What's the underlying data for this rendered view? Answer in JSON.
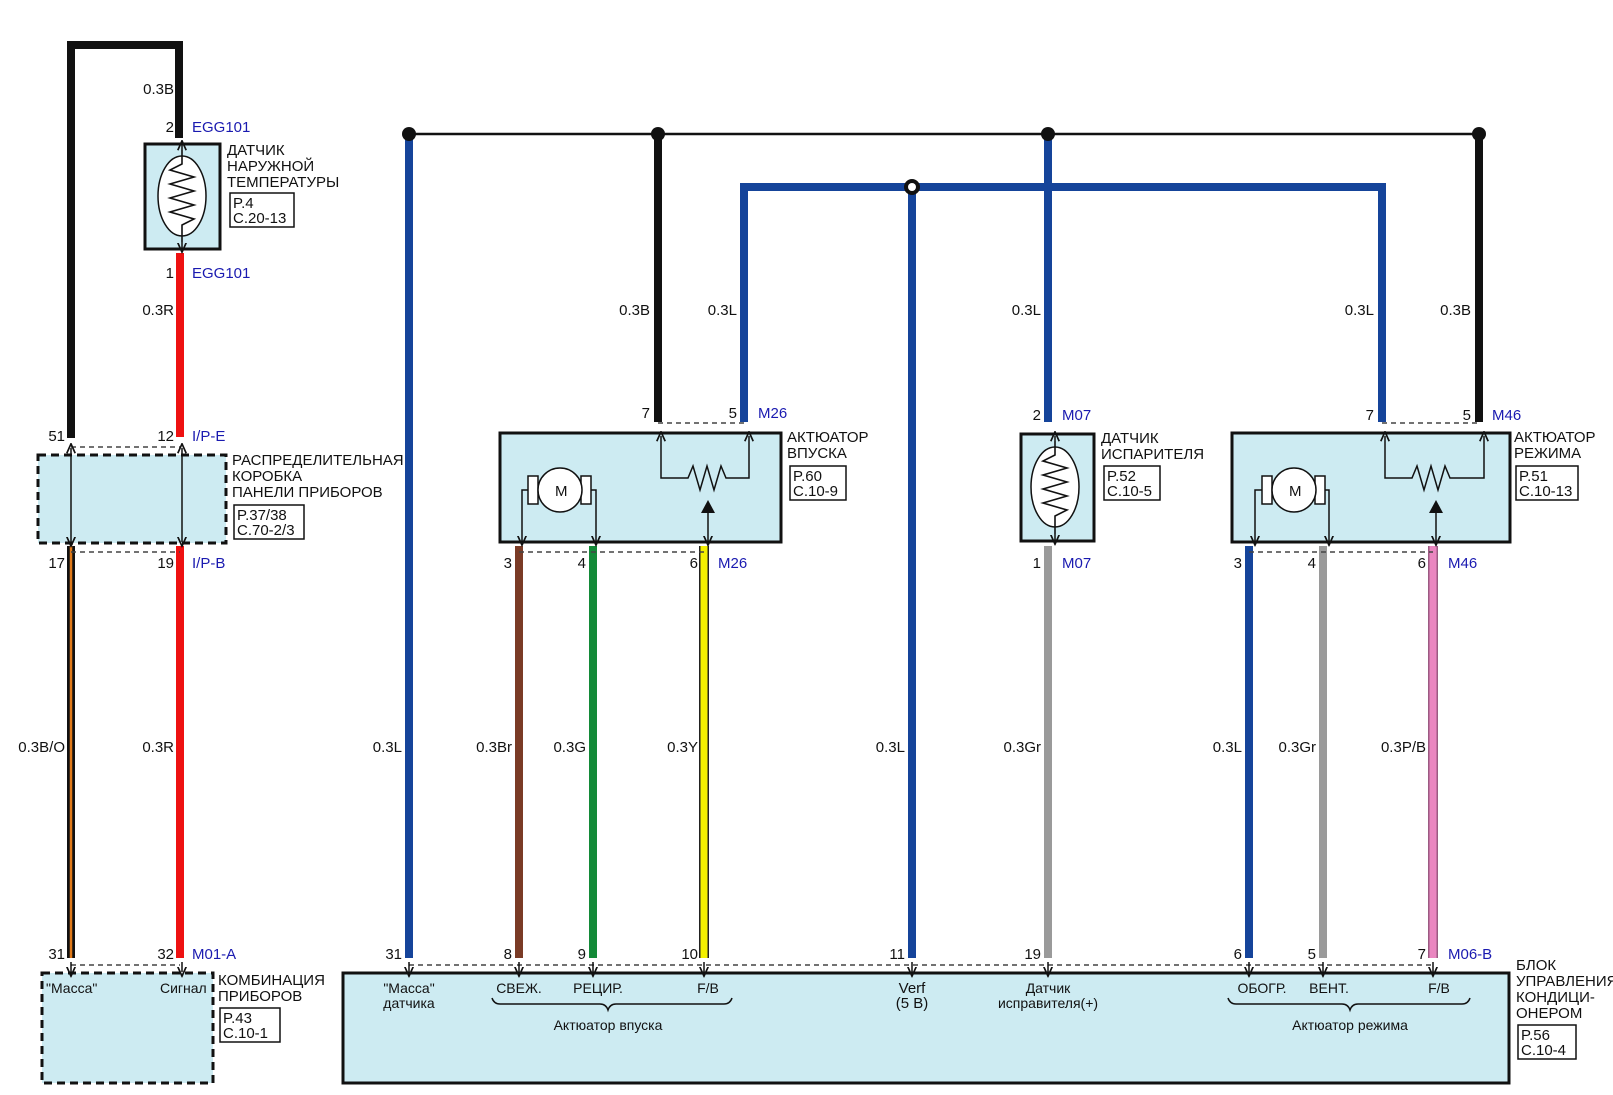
{
  "colors": {
    "black": "#111111",
    "blue": "#15449a",
    "red": "#ee1111",
    "brown": "#7a3b26",
    "green": "#138a38",
    "yellow": "#f4f000",
    "gray": "#9a9a9a",
    "pink": "#ea86c0",
    "orange": "#e07a1a",
    "connector": "#1a1ab0",
    "component_fill": "#cdebf2"
  },
  "components": {
    "outside_sensor": {
      "name_lines": [
        "ДАТЧИК",
        "НАРУЖНОЙ",
        "ТЕМПЕРАТУРЫ"
      ],
      "ref_lines": [
        "P.4",
        "C.20-13"
      ],
      "icon": "thermistor-icon"
    },
    "junction_box": {
      "name_lines": [
        "РАСПРЕДЕЛИТЕЛЬНАЯ",
        "КОРОБКА",
        "ПАНЕЛИ ПРИБОРОВ"
      ],
      "ref_lines": [
        "P.37/38",
        "C.70-2/3"
      ]
    },
    "cluster": {
      "name_lines": [
        "КОМБИНАЦИЯ",
        "ПРИБОРОВ"
      ],
      "ref_lines": [
        "P.43",
        "C.10-1"
      ],
      "labels": [
        "\"Масса\"",
        "Сигнал"
      ]
    },
    "intake_actuator": {
      "name_lines": [
        "АКТЮАТОР",
        "ВПУСКА"
      ],
      "ref_lines": [
        "P.60",
        "C.10-9"
      ],
      "motor_label": "M",
      "icon": "motor-icon"
    },
    "evap_sensor": {
      "name_lines": [
        "ДАТЧИК",
        "ИСПАРИТЕЛЯ"
      ],
      "ref_lines": [
        "P.52",
        "C.10-5"
      ],
      "icon": "thermistor-icon"
    },
    "mode_actuator": {
      "name_lines": [
        "АКТЮАТОР",
        "РЕЖИМА"
      ],
      "ref_lines": [
        "P.51",
        "C.10-13"
      ],
      "motor_label": "M",
      "icon": "motor-icon"
    },
    "ac_control": {
      "name_lines": [
        "БЛОК",
        "УПРАВЛЕНИЯ",
        "КОНДИЦИ-",
        "ОНЕРОМ"
      ],
      "ref_lines": [
        "P.56",
        "C.10-4"
      ],
      "pin_labels": [
        [
          "\"Масса\"",
          "датчика"
        ],
        [
          "СВЕЖ."
        ],
        [
          "РЕЦИР."
        ],
        [
          "F/B"
        ],
        [
          "Verf",
          "(5 B)"
        ],
        [
          "Датчик",
          "исправителя(+)"
        ],
        [
          "ОБОГР."
        ],
        [
          "ВЕНТ."
        ],
        [
          "F/B"
        ]
      ],
      "groups": [
        "Актюатор  впуска",
        "Актюатор  режима"
      ]
    }
  },
  "connectors": {
    "egg_top": "EGG101",
    "egg_bottom": "EGG101",
    "ipe": "I/P-E",
    "ipb": "I/P-B",
    "m01": "M01-A",
    "m26_top": "M26",
    "m26_bottom": "M26",
    "m07_top": "M07",
    "m07_bottom": "M07",
    "m46_top": "M46",
    "m46_bottom": "M46",
    "m06": "M06-B"
  },
  "pins": {
    "sensor_top": "2",
    "sensor_bottom": "1",
    "jb_51": "51",
    "jb_12": "12",
    "jb_17": "17",
    "jb_19": "19",
    "cl_31": "31",
    "cl_32": "32",
    "intake_7": "7",
    "intake_5": "5",
    "intake_3": "3",
    "intake_4": "4",
    "intake_6": "6",
    "evap_2": "2",
    "evap_1": "1",
    "mode_7": "7",
    "mode_5": "5",
    "mode_3": "3",
    "mode_4": "4",
    "mode_6": "6",
    "ac_31": "31",
    "ac_8": "8",
    "ac_9": "9",
    "ac_10": "10",
    "ac_11": "11",
    "ac_19": "19",
    "ac_6": "6",
    "ac_5": "5",
    "ac_7": "7"
  },
  "wires": {
    "top_black": "0.3B",
    "sensor_red": "0.3R",
    "ground_bo": "0.3B/O",
    "signal_red": "0.3R",
    "ac31_blue": "0.3L",
    "intake_black": "0.3B",
    "intake_blue": "0.3L",
    "brown": "0.3Br",
    "green": "0.3G",
    "yellow": "0.3Y",
    "verf_blue": "0.3L",
    "evap_blue": "0.3L",
    "evap_gray": "0.3Gr",
    "mode_blue": "0.3L",
    "mode_black": "0.3B",
    "obogr_blue": "0.3L",
    "vent_gray": "0.3Gr",
    "pink": "0.3P/B"
  }
}
